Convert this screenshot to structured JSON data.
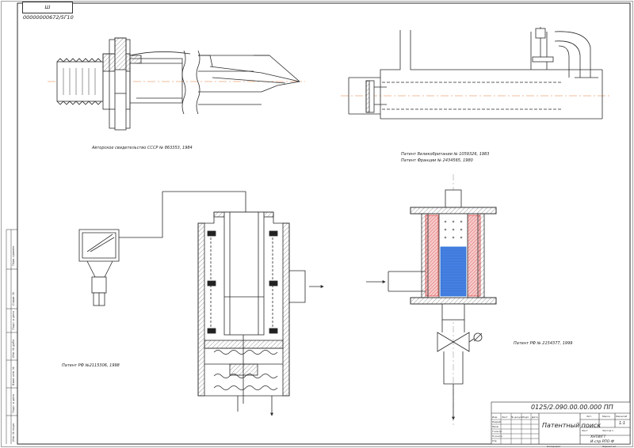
{
  "stamp": "Ш 00000000672/5Г10",
  "captions": {
    "patent_ussr": "Авторское свидетельство СССР № 863353, 1984",
    "patent_uk_line1": "Патент Великобритании № 1059326, 1983",
    "patent_uk_line2": "Патент Франции № 2434565, 1980",
    "patent_rf_left": "Патент РФ №2115306, 1998",
    "patent_rf_right": "Патент РФ № 2154377, 1999"
  },
  "title_block": {
    "designation": "0125/2.090.00.00.000 ПП",
    "title": "Патентный поиск",
    "stage_header": "Лит.",
    "mass_header": "Масса",
    "scale_header": "Масштаб",
    "scale": "1:1",
    "org_line1": "ХНТИ/ГТ",
    "org_line2": "И-спр.РПО-Ф",
    "copied": "Копировал",
    "format": "Формат  А1",
    "col_izm": "Изм.",
    "col_list": "Лист",
    "col_ndoc": "№ докум.",
    "col_podp": "Подп.",
    "col_data": "Дата",
    "row_razrab": "Разраб.",
    "row_prov": "Пров.",
    "row_tkontr": "Т.контр.",
    "row_nkontr": "Н.контр.",
    "row_utv": "Утв.",
    "sheet_label": "Лист",
    "sheets_label": "Листов 1"
  },
  "side_strip": {
    "c1": "Перв. примен.",
    "c2": "Справ. №",
    "c3": "Подп. и дата",
    "c4": "Инв. № дубл.",
    "c5": "Взам. инв. №",
    "c6": "Подп. и дата",
    "c7": "Инв. № подл."
  },
  "colors": {
    "line": "#2a2a2a",
    "axis": "#e07a3a",
    "coil_red": "#e04848",
    "coil_pink": "#f0b8b8",
    "mesh_blue": "#2b6fd8",
    "hatch": "#555555"
  }
}
